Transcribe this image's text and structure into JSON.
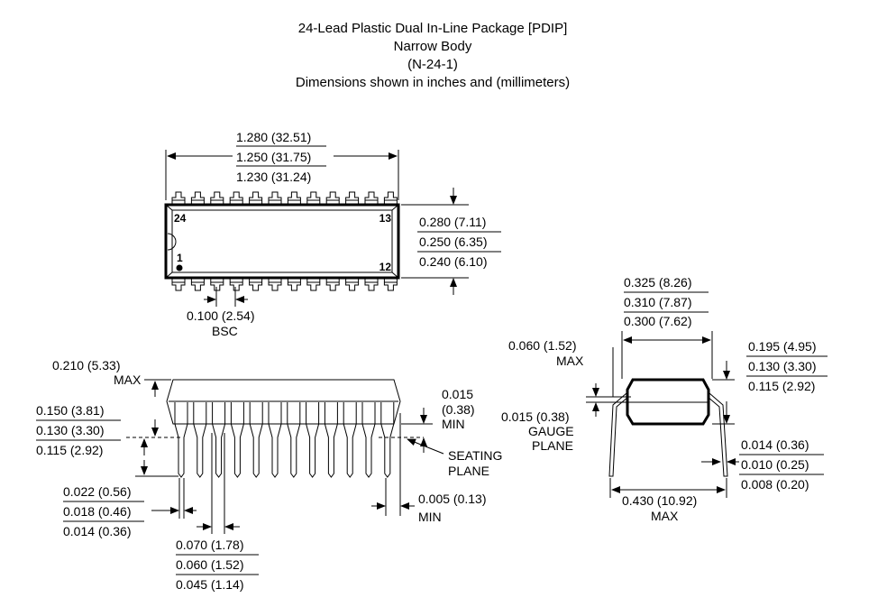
{
  "title": {
    "line1": "24-Lead Plastic Dual In-Line Package [PDIP]",
    "line2": "Narrow Body",
    "line3": "(N-24-1)",
    "line4": "Dimensions shown in inches and (millimeters)"
  },
  "top_view": {
    "length": [
      "1.280 (32.51)",
      "1.250 (31.75)",
      "1.230 (31.24)"
    ],
    "width": [
      "0.280 (7.11)",
      "0.250 (6.35)",
      "0.240 (6.10)"
    ],
    "pin_labels": {
      "p24": "24",
      "p13": "13",
      "p1": "1",
      "p12": "12"
    },
    "pitch": [
      "0.100 (2.54)",
      "BSC"
    ],
    "pin_count_per_side": 12
  },
  "side_view": {
    "height_max": [
      "0.210 (5.33)",
      "MAX"
    ],
    "lead_length": [
      "0.150 (3.81)",
      "0.130 (3.30)",
      "0.115 (2.92)"
    ],
    "standoff": [
      "0.015",
      "(0.38)",
      "MIN"
    ],
    "seating_plane": [
      "SEATING",
      "PLANE"
    ],
    "lead_width": [
      "0.022 (0.56)",
      "0.018 (0.46)",
      "0.014 (0.36)"
    ],
    "end_clearance": [
      "0.005 (0.13)",
      "MIN"
    ],
    "shoulder_width": [
      "0.070 (1.78)",
      "0.060 (1.52)",
      "0.045 (1.14)"
    ]
  },
  "end_view": {
    "row_spacing": [
      "0.325 (8.26)",
      "0.310 (7.87)",
      "0.300 (7.62)"
    ],
    "body_offset_max": [
      "0.060 (1.52)",
      "MAX"
    ],
    "height_to_gauge": [
      "0.195 (4.95)",
      "0.130 (3.30)",
      "0.115 (2.92)"
    ],
    "gauge_plane": [
      "0.015 (0.38)",
      "GAUGE",
      "PLANE"
    ],
    "lead_thickness": [
      "0.014 (0.36)",
      "0.010 (0.25)",
      "0.008 (0.20)"
    ],
    "overall_width": [
      "0.430 (10.92)",
      "MAX"
    ]
  }
}
